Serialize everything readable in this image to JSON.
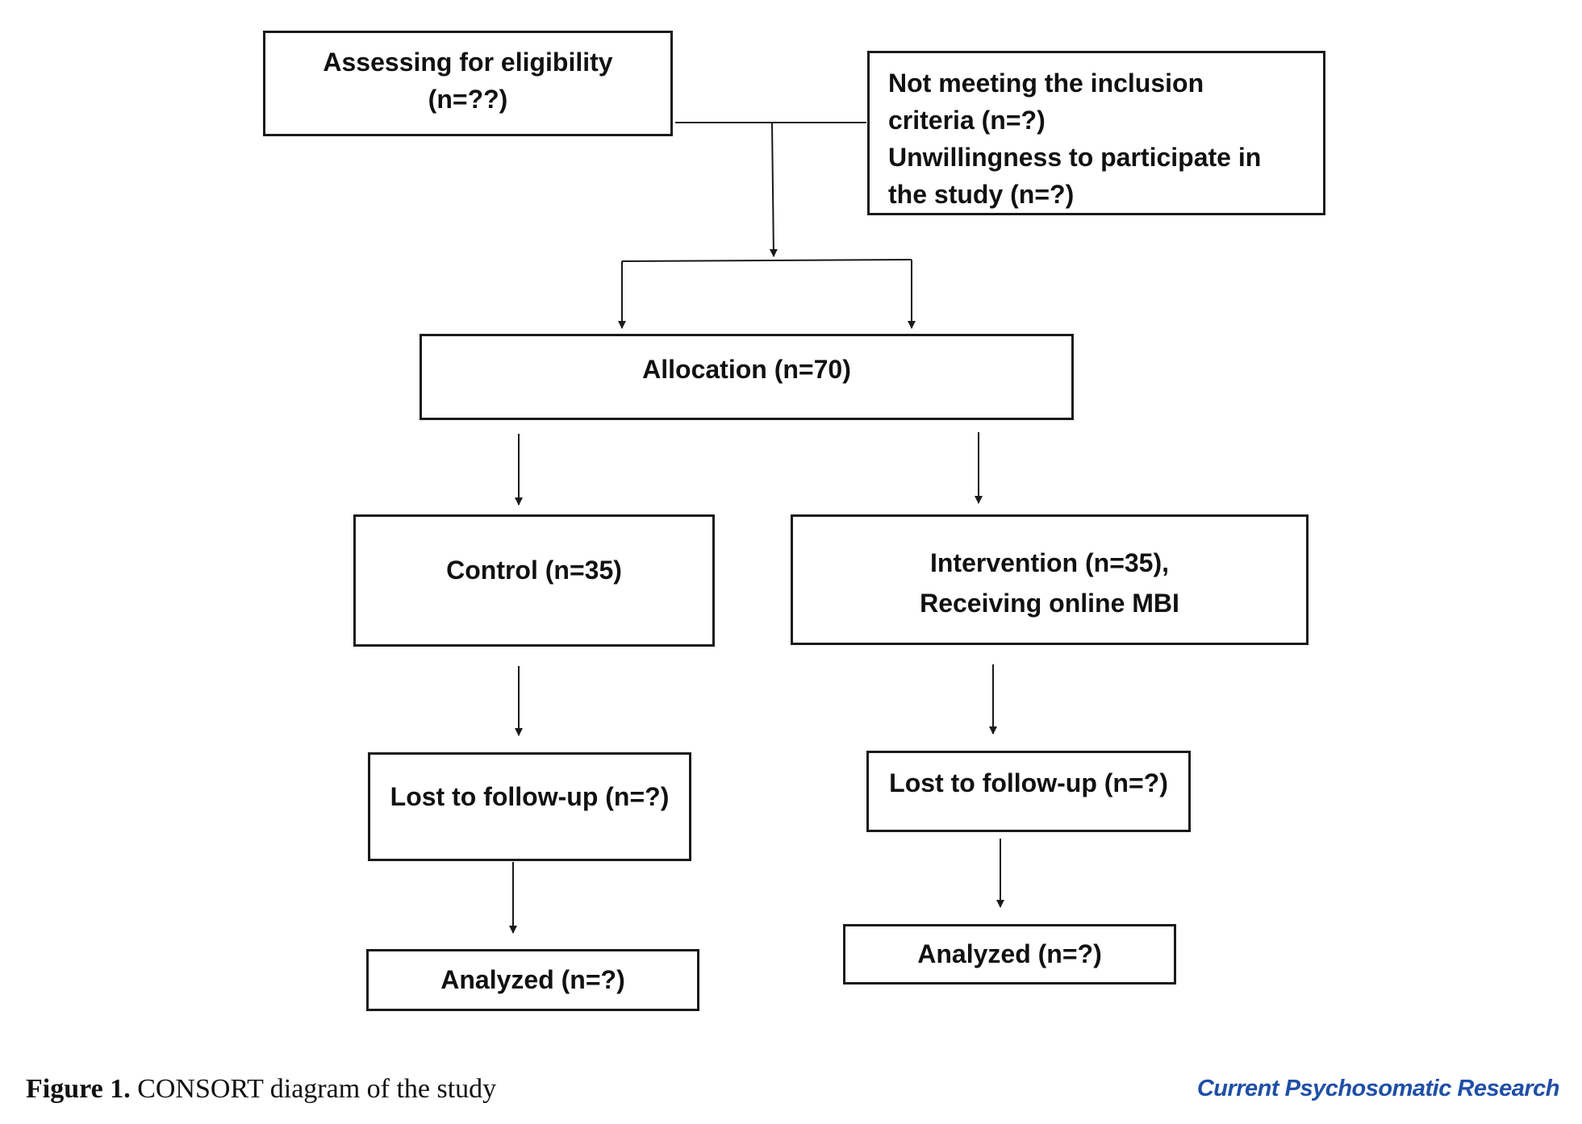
{
  "figure": {
    "caption_label": "Figure 1.",
    "caption_text": "CONSORT diagram of the study",
    "journal_name": "Current Psychosomatic Research",
    "colors": {
      "line": "#1a1a1a",
      "text": "#111111",
      "journal": "#1f4fa6"
    }
  },
  "boxes": {
    "eligibility": {
      "line1": "Assessing for eligibility",
      "line2": "(n=??)"
    },
    "excluded": {
      "line1": "Not meeting the inclusion",
      "line2": "criteria (n=?)",
      "line3": "Unwillingness to participate in",
      "line4": "the study (n=?)"
    },
    "allocation": {
      "label": "Allocation (n=70)"
    },
    "control": {
      "label": "Control (n=35)"
    },
    "intervention": {
      "line1": "Intervention (n=35),",
      "line2": "Receiving online MBI"
    },
    "control_lost": {
      "label": "Lost to follow-up (n=?)"
    },
    "intervention_lost": {
      "label": "Lost to follow-up (n=?)"
    },
    "control_analyzed": {
      "label": "Analyzed (n=?)"
    },
    "intervention_analyzed": {
      "label": "Analyzed (n=?)"
    }
  }
}
